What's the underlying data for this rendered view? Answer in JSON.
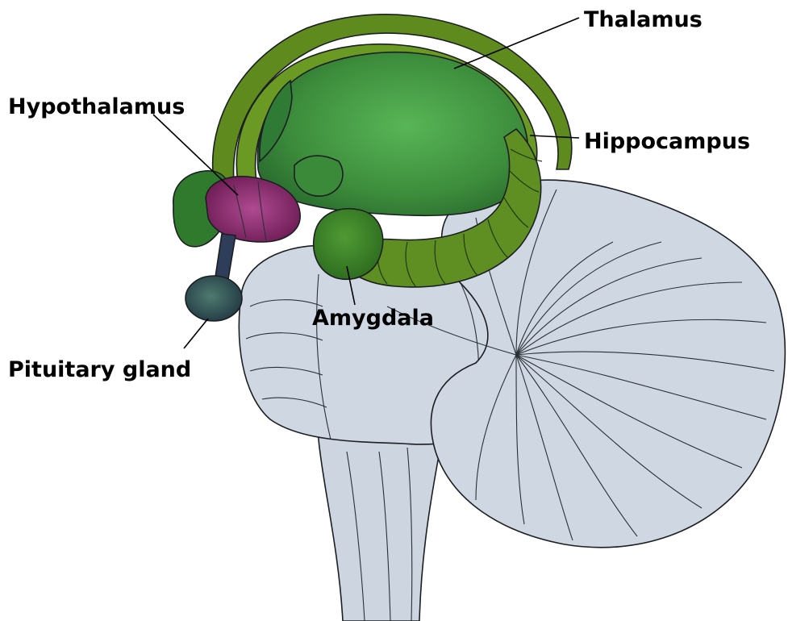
{
  "labels": {
    "thalamus": "Thalamus",
    "hypothalamus": "Hypothalamus",
    "hippocampus": "Hippocampus",
    "amygdala": "Amygdala",
    "pituitary": "Pituitary gland"
  },
  "colors": {
    "thalamus": "#3b8a3a",
    "thalamus_highlight": "#4fa84c",
    "fornix": "#5e8a1e",
    "hippocampus": "#5f8f22",
    "amygdala": "#3f7f26",
    "hypothalamus": "#8a2a6e",
    "pituitary": "#2f4a52",
    "brainstem": "#cdd5e0",
    "cerebellum": "#cfd7e3"
  }
}
